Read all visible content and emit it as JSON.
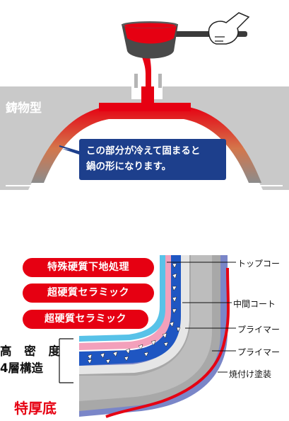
{
  "top_diagram": {
    "mold_label": "鋳物型",
    "note_lines": [
      "この部分が冷えて固まると",
      "鍋の形になります。"
    ]
  },
  "layer_labels": [
    "特殊硬質下地処理",
    "超硬質セラミック",
    "超硬質セラミック"
  ],
  "callouts": [
    "トップコー",
    "中間コート",
    "プライマー",
    "プライマー",
    "焼付け塗装"
  ],
  "density_label": [
    "高 密 度",
    "4層構造"
  ],
  "thick_bottom_label": "特厚底",
  "colors": {
    "mold_gray": "#c9c9c9",
    "molten_red": "#e60012",
    "note_navy": "#1d3f8c",
    "layer_blue": "#1f56c2",
    "layer_pink": "#f3a0bb",
    "layer_cyan": "#58c2e8",
    "base_gray": "#a8a8a8"
  },
  "icons": [
    "hand-icon",
    "ladle-icon"
  ]
}
